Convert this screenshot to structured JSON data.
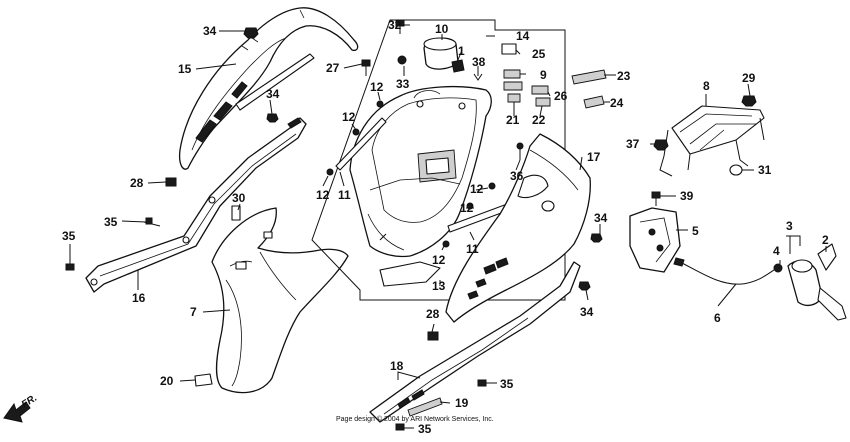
{
  "diagram": {
    "front_marker": "FR.",
    "copyright": "Page design © 2004 by ARI Network Services, Inc.",
    "callouts": [
      {
        "id": "c1",
        "text": "1"
      },
      {
        "id": "c2",
        "text": "2"
      },
      {
        "id": "c3",
        "text": "3"
      },
      {
        "id": "c4",
        "text": "4"
      },
      {
        "id": "c5",
        "text": "5"
      },
      {
        "id": "c6",
        "text": "6"
      },
      {
        "id": "c7",
        "text": "7"
      },
      {
        "id": "c8",
        "text": "8"
      },
      {
        "id": "c9",
        "text": "9"
      },
      {
        "id": "c10",
        "text": "10"
      },
      {
        "id": "c11a",
        "text": "11"
      },
      {
        "id": "c11b",
        "text": "11"
      },
      {
        "id": "c12a",
        "text": "12"
      },
      {
        "id": "c12b",
        "text": "12"
      },
      {
        "id": "c12c",
        "text": "12"
      },
      {
        "id": "c12d",
        "text": "12"
      },
      {
        "id": "c12e",
        "text": "12"
      },
      {
        "id": "c12f",
        "text": "12"
      },
      {
        "id": "c13",
        "text": "13"
      },
      {
        "id": "c14",
        "text": "14"
      },
      {
        "id": "c15",
        "text": "15"
      },
      {
        "id": "c16",
        "text": "16"
      },
      {
        "id": "c17",
        "text": "17"
      },
      {
        "id": "c18",
        "text": "18"
      },
      {
        "id": "c19",
        "text": "19"
      },
      {
        "id": "c20",
        "text": "20"
      },
      {
        "id": "c21",
        "text": "21"
      },
      {
        "id": "c22",
        "text": "22"
      },
      {
        "id": "c23",
        "text": "23"
      },
      {
        "id": "c24",
        "text": "24"
      },
      {
        "id": "c25",
        "text": "25"
      },
      {
        "id": "c26",
        "text": "26"
      },
      {
        "id": "c27",
        "text": "27"
      },
      {
        "id": "c28a",
        "text": "28"
      },
      {
        "id": "c28b",
        "text": "28"
      },
      {
        "id": "c29",
        "text": "29"
      },
      {
        "id": "c30",
        "text": "30"
      },
      {
        "id": "c31",
        "text": "31"
      },
      {
        "id": "c32",
        "text": "32"
      },
      {
        "id": "c33",
        "text": "33"
      },
      {
        "id": "c34a",
        "text": "34"
      },
      {
        "id": "c34b",
        "text": "34"
      },
      {
        "id": "c34c",
        "text": "34"
      },
      {
        "id": "c34d",
        "text": "34"
      },
      {
        "id": "c35a",
        "text": "35"
      },
      {
        "id": "c35b",
        "text": "35"
      },
      {
        "id": "c35c",
        "text": "35"
      },
      {
        "id": "c35d",
        "text": "35"
      },
      {
        "id": "c36",
        "text": "36"
      },
      {
        "id": "c37",
        "text": "37"
      },
      {
        "id": "c38",
        "text": "38"
      },
      {
        "id": "c39",
        "text": "39"
      }
    ]
  }
}
